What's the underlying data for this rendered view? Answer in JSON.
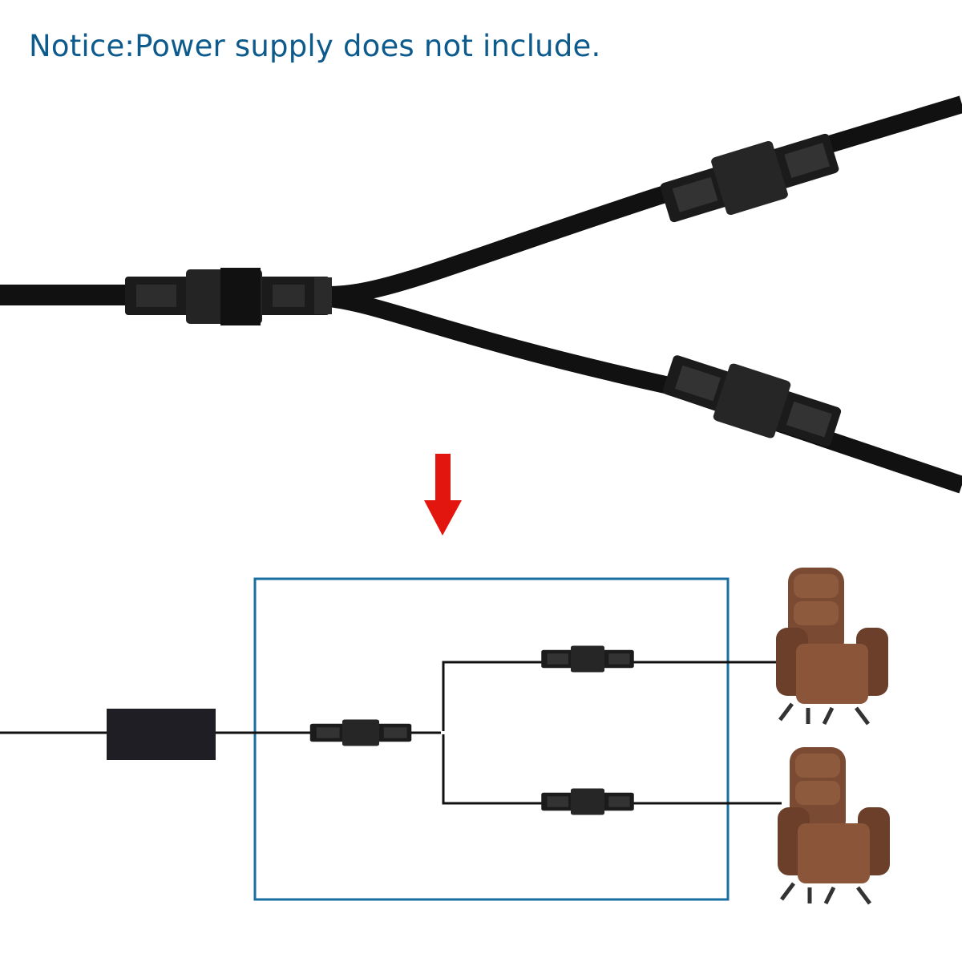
{
  "notice": "Notice:Power supply does not include.",
  "colors": {
    "text": "#0d5a8c",
    "arrow": "#e3150f",
    "box": "#1a6fa0",
    "cable": "#111111",
    "chair": "#7a4a32"
  },
  "icons": [
    "y-splitter-cable",
    "down-arrow",
    "power-adapter",
    "connector",
    "lift-chair"
  ]
}
